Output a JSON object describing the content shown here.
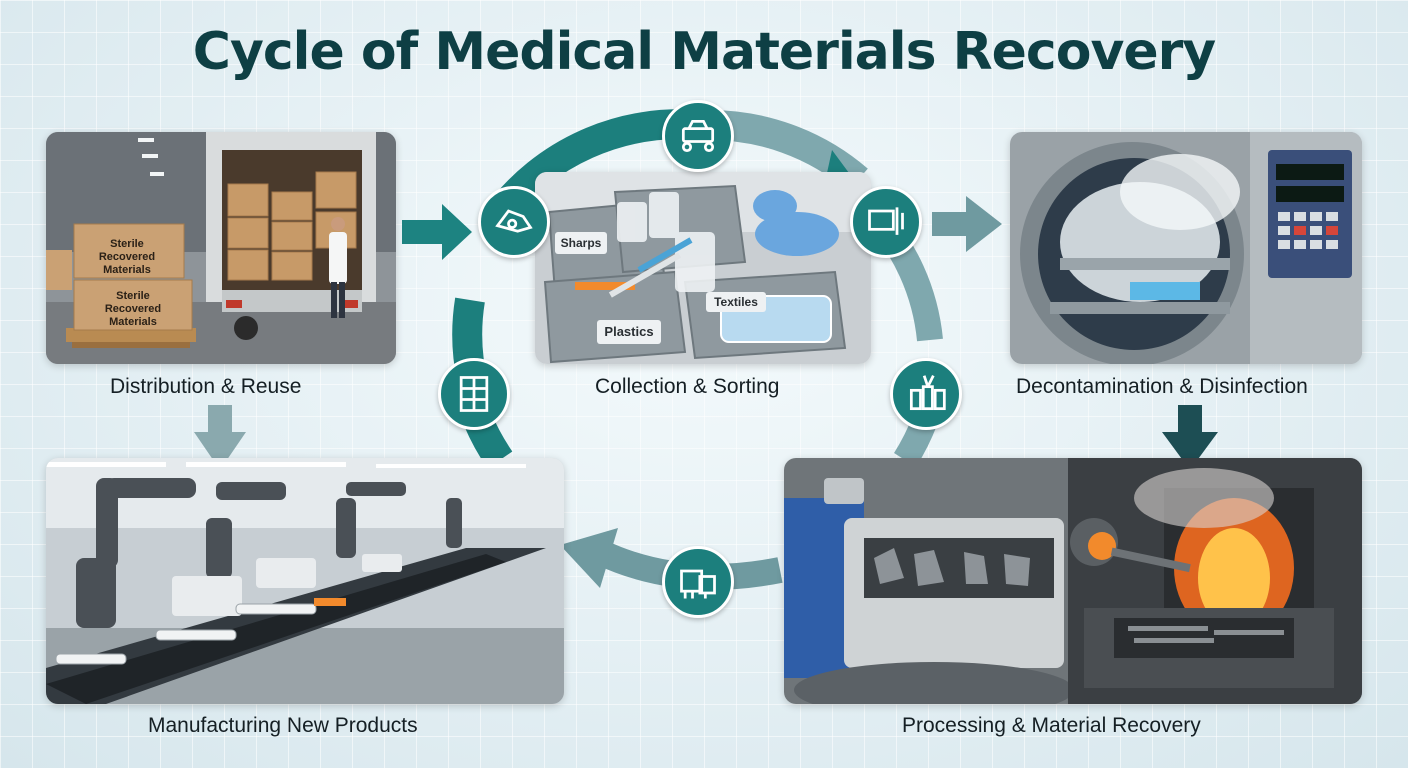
{
  "title": "Cycle of Medical Materials Recovery",
  "stages": [
    {
      "id": "collection",
      "label": "Collection & Sorting",
      "bins": [
        "Sharps",
        "Plastics",
        "Textiles"
      ]
    },
    {
      "id": "decon",
      "label": "Decontamination & Disinfection"
    },
    {
      "id": "processing",
      "label": "Processing & Material Recovery"
    },
    {
      "id": "manufacturing",
      "label": "Manufacturing New Products"
    },
    {
      "id": "distribution",
      "label": "Distribution & Reuse",
      "boxes": [
        "Sterile Recovered Materials",
        "Sterile Recovered Materials"
      ]
    }
  ],
  "colors": {
    "title": "#0e3f44",
    "teal": "#1c7f7d",
    "arrow": "#6f9aa0",
    "arrow_dark": "#1d4e54"
  },
  "icons": [
    "hospital-bed-icon",
    "medical-cart-icon",
    "vials-icon",
    "manufacturing-machine-icon",
    "shredder-icon",
    "surgical-tool-icon"
  ]
}
